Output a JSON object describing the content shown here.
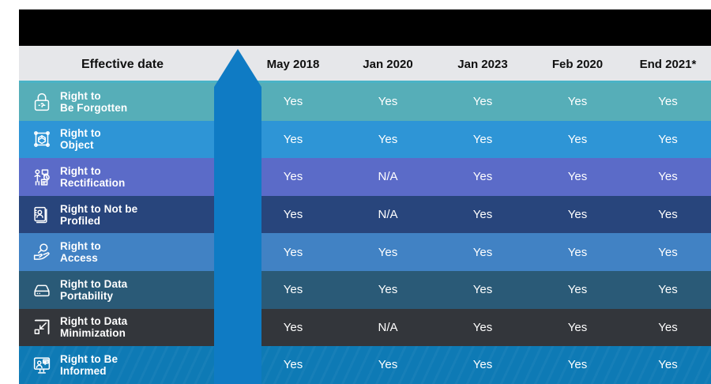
{
  "accent": {
    "chevron_blue": "#0F7BC4",
    "header_bg": "#E6E7EA",
    "header_rule": "#4AB3C6",
    "redaction": "#000000",
    "text_light": "#FFFFFF",
    "text_dark": "#101010"
  },
  "title_row": {
    "redacted": true,
    "note": "top title row is blacked out / redacted in the source image",
    "cells": [
      "",
      "",
      "",
      "",
      "",
      ""
    ]
  },
  "header": {
    "row_label": "Effective date",
    "columns": [
      "May 2018",
      "Jan 2020",
      "Jan 2023",
      "Feb 2020",
      "End 2021*"
    ]
  },
  "chart_data": {
    "type": "table",
    "title": "",
    "row_header": "Effective date",
    "columns": [
      "May 2018",
      "Jan 2020",
      "Jan 2023",
      "Feb 2020",
      "End 2021*"
    ],
    "rows": [
      {
        "label": "Right to\nBe Forgotten",
        "icon": "padlock-icon",
        "color": "#56AEB8",
        "values": [
          "Yes",
          "Yes",
          "Yes",
          "Yes",
          "Yes"
        ]
      },
      {
        "label": "Right to\nObject",
        "icon": "cube-nodes-icon",
        "color": "#2E95D6",
        "values": [
          "Yes",
          "Yes",
          "Yes",
          "Yes",
          "Yes"
        ]
      },
      {
        "label": "Right to\nRectification",
        "icon": "person-edit-icon",
        "color": "#5B6BC8",
        "values": [
          "Yes",
          "N/A",
          "Yes",
          "Yes",
          "Yes"
        ]
      },
      {
        "label": "Right to Not be\nProfiled",
        "icon": "id-card-stack-icon",
        "color": "#28457C",
        "values": [
          "Yes",
          "N/A",
          "Yes",
          "Yes",
          "Yes"
        ]
      },
      {
        "label": "Right to\nAccess",
        "icon": "hand-magnifier-icon",
        "color": "#4182C4",
        "values": [
          "Yes",
          "Yes",
          "Yes",
          "Yes",
          "Yes"
        ]
      },
      {
        "label": "Right to Data\nPortability",
        "icon": "hard-drive-icon",
        "color": "#2A5A77",
        "values": [
          "Yes",
          "Yes",
          "Yes",
          "Yes",
          "Yes"
        ]
      },
      {
        "label": "Right to Data\nMinimization",
        "icon": "minimize-arrow-icon",
        "color": "#33363B",
        "values": [
          "Yes",
          "N/A",
          "Yes",
          "Yes",
          "Yes"
        ]
      },
      {
        "label": "Right to Be\nInformed",
        "icon": "screen-person-icon",
        "color": "#0E7AB5",
        "values": [
          "Yes",
          "Yes",
          "Yes",
          "Yes",
          "Yes"
        ]
      }
    ]
  }
}
